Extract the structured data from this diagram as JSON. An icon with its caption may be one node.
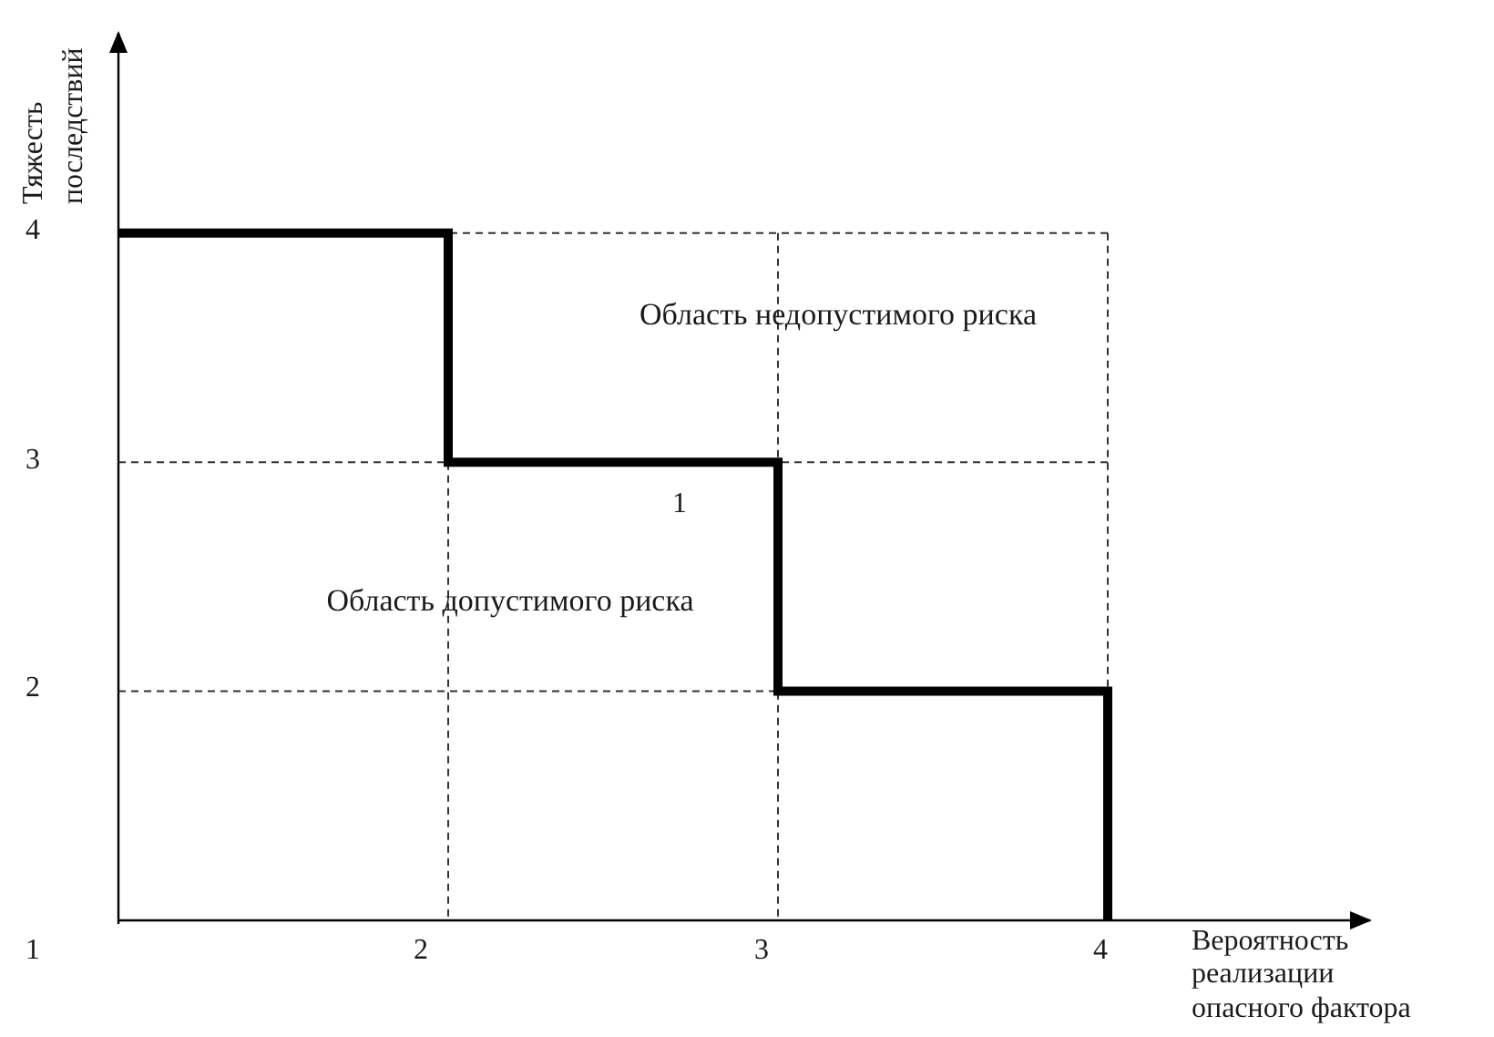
{
  "diagram": {
    "labels": [
      "Тяжесть последствий",
      "4",
      "Область недопустимого риска",
      "3",
      "1",
      "Область допустимого риска",
      "2",
      "1",
      "2",
      "3",
      "4",
      "Вероятность реализации опасного фактора"
    ]
  }
}
